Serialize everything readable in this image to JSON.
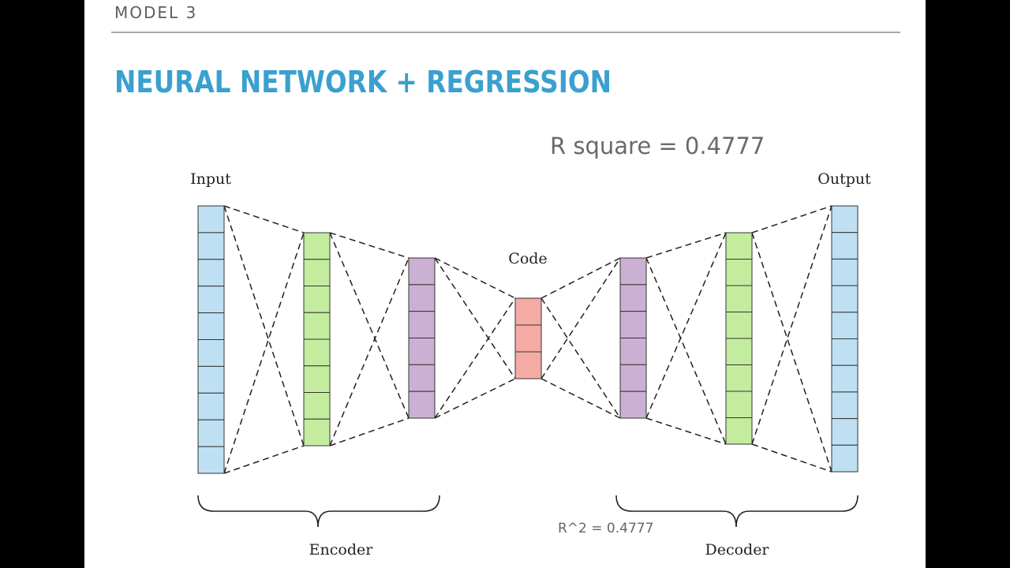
{
  "slide": {
    "header": "MODEL 3",
    "title": "NEURAL NETWORK + REGRESSION",
    "r_square_text": "R square = 0.4777",
    "r2_note": "R^2 = 0.4777"
  },
  "diagram": {
    "labels": {
      "input": "Input",
      "code": "Code",
      "output": "Output",
      "encoder": "Encoder",
      "decoder": "Decoder"
    },
    "layers": [
      {
        "name": "input",
        "cells": 10,
        "color": "#bfe0f3"
      },
      {
        "name": "encoder-hidden-1",
        "cells": 8,
        "color": "#c4ec9f"
      },
      {
        "name": "encoder-hidden-2",
        "cells": 6,
        "color": "#ccb0d3"
      },
      {
        "name": "code",
        "cells": 3,
        "color": "#f4aba4"
      },
      {
        "name": "decoder-hidden-1",
        "cells": 6,
        "color": "#ccb0d3"
      },
      {
        "name": "decoder-hidden-2",
        "cells": 8,
        "color": "#c4ec9f"
      },
      {
        "name": "output",
        "cells": 10,
        "color": "#bfe0f3"
      }
    ]
  }
}
